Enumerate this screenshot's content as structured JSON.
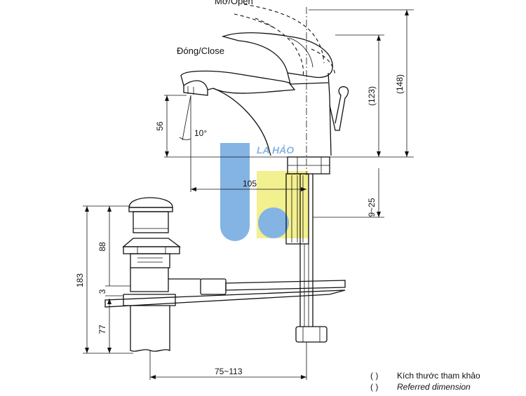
{
  "labels": {
    "open": "Mở/Open",
    "close": "Đóng/Close",
    "angle": "10°",
    "watermark": "LA HẢO"
  },
  "dimensions": {
    "d148": "(148)",
    "d123": "(123)",
    "d56": "56",
    "d105": "105",
    "d9_25": "9~25",
    "d183": "183",
    "d88": "88",
    "d3": "3",
    "d77": "77",
    "d75_113": "75~113"
  },
  "legend": {
    "brackets": "(      )",
    "vi": "Kích thước tham khảo",
    "en": "Referred dimension"
  },
  "colors": {
    "line": "#111111",
    "watermark_blue": "#6fa8e0",
    "watermark_yellow": "#f2ee7c"
  }
}
